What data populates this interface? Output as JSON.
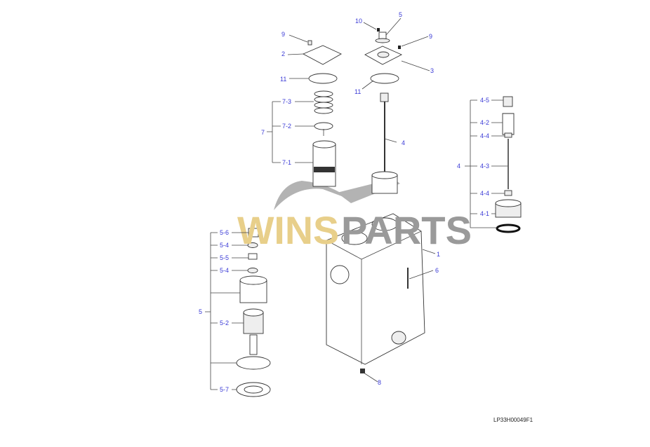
{
  "diagram": {
    "watermark": {
      "part1": "WINS",
      "part2": "PARTS",
      "color1": "#e8cf8a",
      "color2": "#9a9a9a"
    },
    "drawing_code": "LP33H00049F1",
    "label_color": "#3b3bd6",
    "labels": {
      "l9a": "9",
      "l2": "2",
      "l11a": "11",
      "l10": "10",
      "l5top": "5",
      "l9b": "9",
      "l3": "3",
      "l11b": "11",
      "l7": "7",
      "l7_3": "7-3",
      "l7_2": "7-2",
      "l7_1": "7-1",
      "l4": "4",
      "r4": "4",
      "r4_5": "4-5",
      "r4_2": "4-2",
      "r4_4a": "4-4",
      "r4_3": "4-3",
      "r4_4b": "4-4",
      "r4_1": "4-1",
      "l5": "5",
      "l5_6": "5-6",
      "l5_4a": "5-4",
      "l5_5": "5-5",
      "l5_4b": "5-4",
      "l5_2": "5-2",
      "l5_7": "5-7",
      "l1": "1",
      "l6": "6",
      "l8": "8"
    }
  }
}
